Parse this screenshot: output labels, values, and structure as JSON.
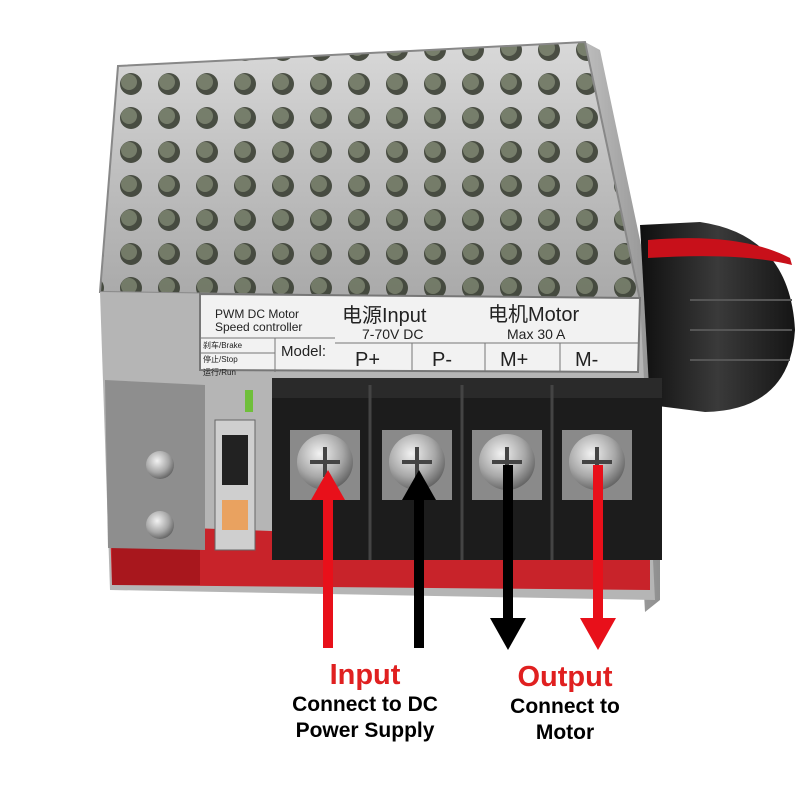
{
  "label": {
    "line1": "PWM DC Motor",
    "line2": "Speed controller",
    "input_title": "电源Input",
    "motor_title": "电机Motor",
    "voltage": "7-70V DC",
    "current": "Max  30  A",
    "model": "Model:",
    "brake": "刹车/Brake",
    "stop": "停止/Stop",
    "run": "运行/Run",
    "terminals": [
      "P+",
      "P-",
      "M+",
      "M-"
    ]
  },
  "input_caption": {
    "title": "Input",
    "line1": "Connect to DC",
    "line2": "Power Supply"
  },
  "output_caption": {
    "title": "Output",
    "line1": "Connect to",
    "line2": "Motor"
  },
  "colors": {
    "positive_arrow": "#e8101a",
    "negative_arrow": "#000000",
    "pcb": "#c8232a",
    "housing": "#c9c9c9",
    "knob": "#1e1e1e"
  }
}
